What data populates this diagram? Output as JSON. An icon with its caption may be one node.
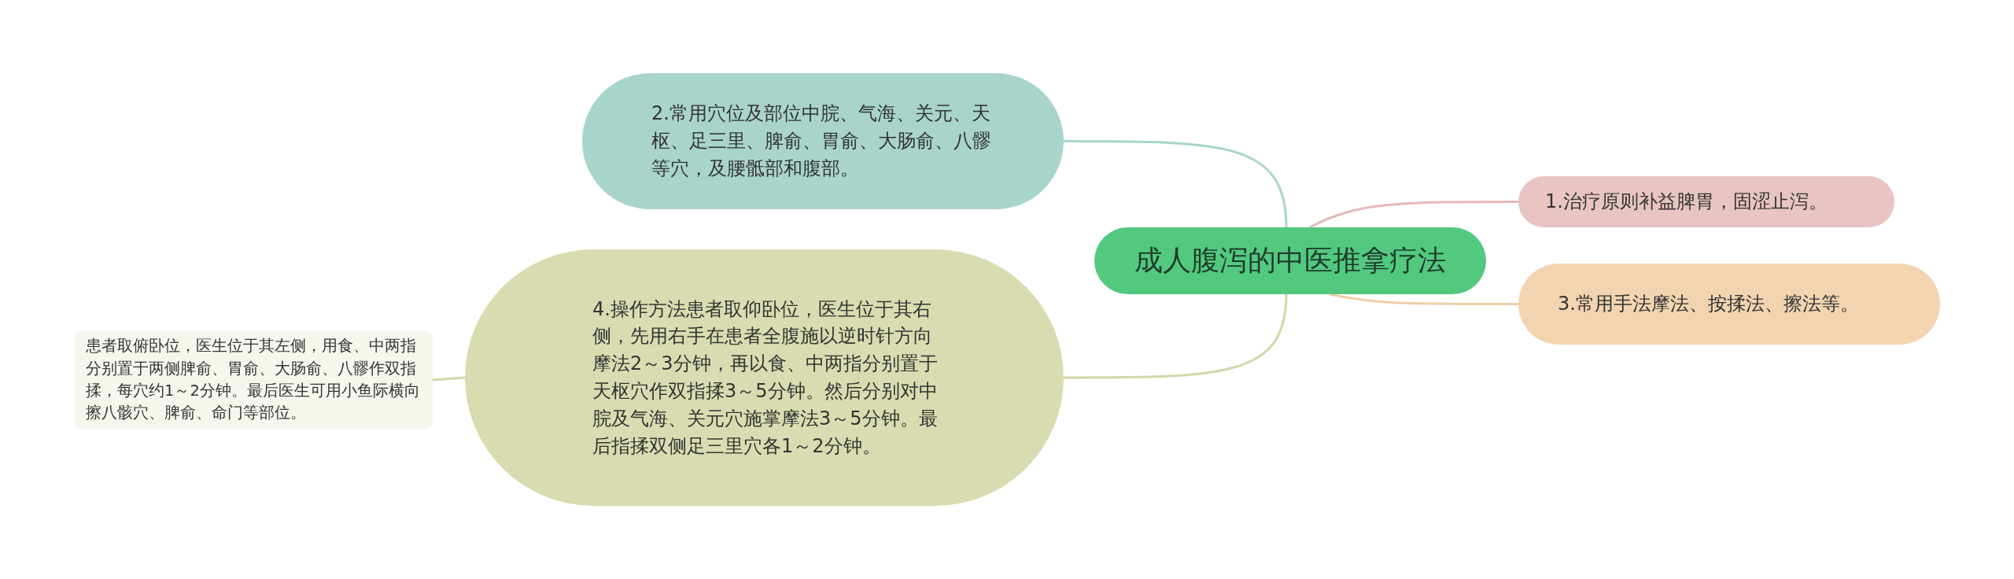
{
  "diagram": {
    "nodes": [
      {
        "text": [
          "成人腹泻的中医推拿疗法"
        ]
      },
      {
        "text": [
          "1.治疗原则补益脾胃，固涩止泻。"
        ]
      },
      {
        "text": [
          "2.常用穴位及部位中脘、气海、关元、天枢、足三里、脾俞、胃俞、大肠俞、八髎等穴，及腰骶部和腹部。"
        ]
      },
      {
        "text": [
          "3.常用手法摩法、按揉法、擦法等。"
        ]
      },
      {
        "text": [
          "4.操作方法患者取仰卧位，医生位于其右侧，先用右手在患者全腹施以逆时针方向摩法2～3分钟，再以食、中两指分别置于天枢穴作双指揉3～5分钟。然后分别对中脘及气海、关元穴施掌摩法3～5分钟。最后指揉双侧足三里穴各1～2分钟。"
        ]
      },
      {
        "text": [
          "患者取俯卧位，医生位于其左侧，用食、中两指分别置于两侧脾俞、胃俞、大肠俞、八髎作双指揉，每穴约1～2分钟。最后医生可用小鱼际横向擦八骸穴、脾俞、命门等部位。"
        ]
      }
    ],
    "edges": [
      {
        "from": 0,
        "to": 1,
        "arrow": "none",
        "color": "#e6b8b8"
      },
      {
        "from": 0,
        "to": 2,
        "arrow": "none",
        "color": "#a8d4cb"
      },
      {
        "from": 0,
        "to": 3,
        "arrow": "none",
        "color": "#f0cfa8"
      },
      {
        "from": 0,
        "to": 4,
        "arrow": "none",
        "color": "#d2d8a8"
      },
      {
        "from": 4,
        "to": 5,
        "arrow": "none",
        "color": "#d2d8a8"
      }
    ]
  }
}
